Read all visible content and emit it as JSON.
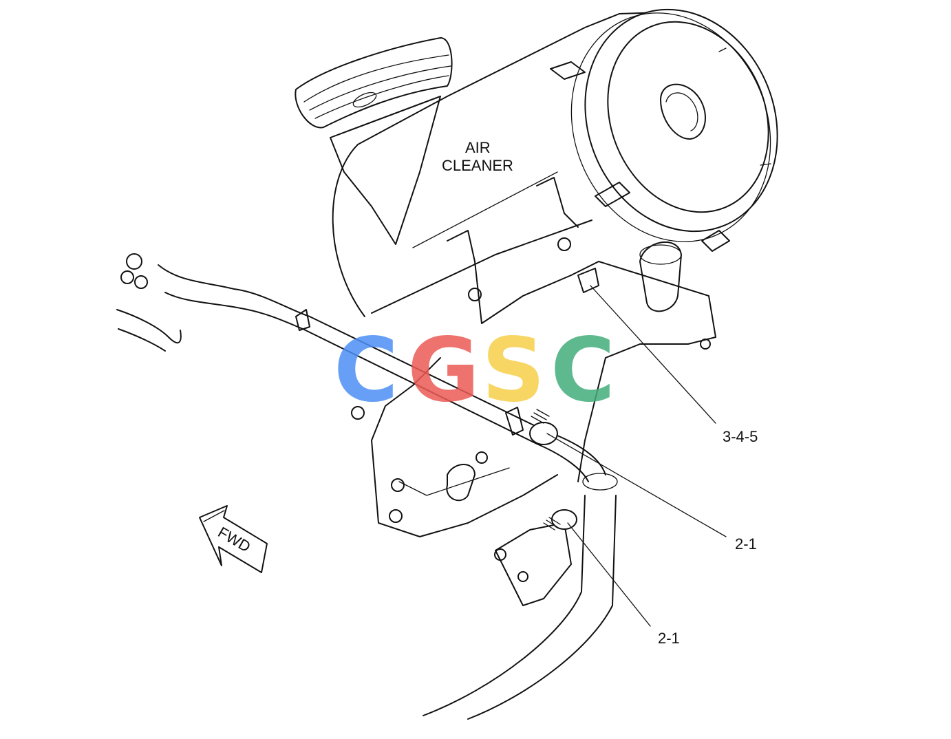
{
  "diagram": {
    "component_label_line1": "AIR",
    "component_label_line2": "CLEANER",
    "direction_label": "FWD",
    "callouts": [
      {
        "id": "callout-1",
        "text": "3-4-5"
      },
      {
        "id": "callout-2",
        "text": "2-1"
      },
      {
        "id": "callout-3",
        "text": "2-1"
      }
    ]
  },
  "watermark": {
    "letters": [
      "C",
      "G",
      "S",
      "C"
    ],
    "colors": [
      "#4d8ff5",
      "#ec5b55",
      "#f6cf4a",
      "#44ad7c"
    ]
  }
}
